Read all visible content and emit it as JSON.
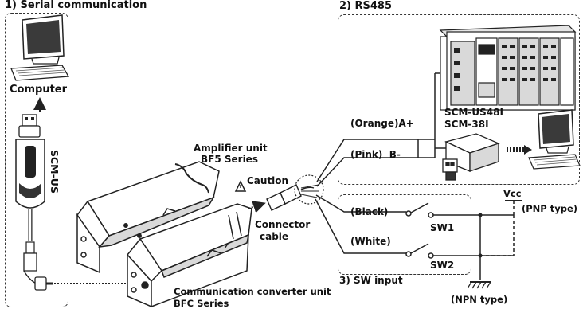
{
  "sections": {
    "serial": "1) Serial communication",
    "rs485": "2) RS485",
    "sw_input": "3) SW input"
  },
  "labels": {
    "computer": "Computer",
    "scm_us": "SCM-US",
    "amplifier_unit": "Amplifier unit",
    "bf5_series": "BF5 Series",
    "caution": "Caution",
    "connector_cable_1": "Connector",
    "connector_cable_2": "cable",
    "converter_unit": "Communication converter unit",
    "bfc_series": "BFC Series",
    "scm_us48i": "SCM-US48I",
    "scm_38i": "SCM-38I",
    "orange_a": "(Orange)A+",
    "pink_b": "(Pink)  B-",
    "black": "(Black)",
    "white": "(White)",
    "sw1": "SW1",
    "sw2": "SW2",
    "vcc": "Vcc",
    "pnp_type": "(PNP type)",
    "npn_type": "(NPN type)"
  },
  "icons": {
    "caution": "warning-triangle-icon",
    "usb_plug": "usb-plug-icon",
    "computer": "computer-icon",
    "plc": "plc-module-icon",
    "converter": "converter-box-icon"
  },
  "colors": {
    "line": "#222222",
    "device_fill": "#ffffff",
    "device_shade": "#d9d9d9",
    "screen": "#3a3a3a"
  }
}
